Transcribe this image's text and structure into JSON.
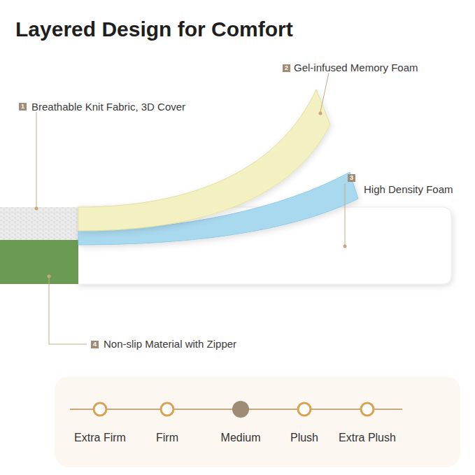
{
  "diagram": {
    "title": "Layered Design for Comfort",
    "nodes": [
      {
        "text": [
          "Extra Firm",
          "Firm",
          "Medium",
          "Plush",
          "Extra Plush"
        ]
      }
    ],
    "labels": [
      "1",
      "Breathable Knit Fabric, 3D Cover",
      "2",
      "Gel-infused Memory Foam",
      "3",
      "High Density Foam",
      "4",
      "Non-slip Material with Zipper"
    ]
  }
}
